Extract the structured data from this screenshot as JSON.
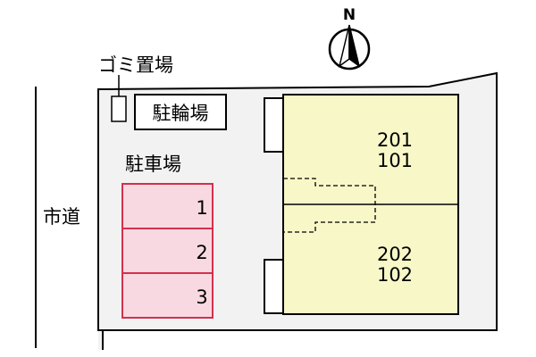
{
  "compass": {
    "label": "N"
  },
  "labels": {
    "garbage_area": "ゴミ置場",
    "bicycle_parking": "駐輪場",
    "car_parking": "駐車場",
    "city_road": "市道"
  },
  "parking_spaces": [
    {
      "number": "1"
    },
    {
      "number": "2"
    },
    {
      "number": "3"
    }
  ],
  "units": [
    {
      "upper": "201",
      "lower": "101"
    },
    {
      "upper": "202",
      "lower": "102"
    }
  ],
  "colors": {
    "parking_fill": "#f9d9e1",
    "parking_stroke": "#d2304e",
    "building_fill": "#f7f7c8",
    "lot_fill": "#f2f2f2",
    "line": "#000000"
  }
}
